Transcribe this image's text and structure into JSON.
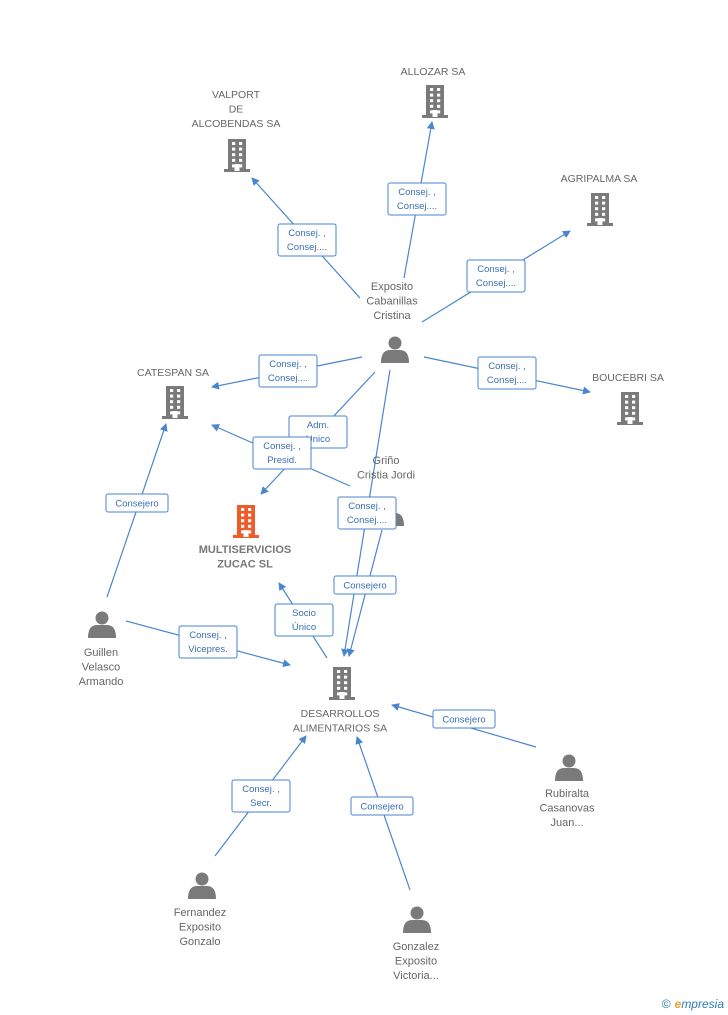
{
  "colors": {
    "edge": "#4a86cf",
    "company": "#7a7a7a",
    "focus_company": "#f15a2b",
    "person": "#7a7a7a"
  },
  "nodes": [
    {
      "id": "allozar",
      "type": "company",
      "label": [
        "ALLOZAR SA"
      ]
    },
    {
      "id": "valport",
      "type": "company",
      "label": [
        "VALPORT",
        "DE",
        "ALCOBENDAS SA"
      ]
    },
    {
      "id": "agripalma",
      "type": "company",
      "label": [
        "AGRIPALMA SA"
      ]
    },
    {
      "id": "catespan",
      "type": "company",
      "label": [
        "CATESPAN SA"
      ]
    },
    {
      "id": "boucebri",
      "type": "company",
      "label": [
        "BOUCEBRI SA"
      ]
    },
    {
      "id": "multiservicios",
      "type": "focus",
      "label": [
        "MULTISERVICIOS",
        "ZUCAC  SL"
      ]
    },
    {
      "id": "desarrollos",
      "type": "company",
      "label": [
        "DESARROLLOS",
        "ALIMENTARIOS SA"
      ]
    },
    {
      "id": "exposito",
      "type": "person",
      "label": [
        "Exposito",
        "Cabanillas",
        "Cristina"
      ]
    },
    {
      "id": "grino",
      "type": "person",
      "label": [
        "Griño",
        "Cristia Jordi"
      ]
    },
    {
      "id": "guillen",
      "type": "person",
      "label": [
        "Guillen",
        "Velasco",
        "Armando"
      ]
    },
    {
      "id": "rubiralta",
      "type": "person",
      "label": [
        "Rubiralta",
        "Casanovas",
        "Juan..."
      ]
    },
    {
      "id": "fernandez",
      "type": "person",
      "label": [
        "Fernandez",
        "Exposito",
        "Gonzalo"
      ]
    },
    {
      "id": "gonzalez",
      "type": "person",
      "label": [
        "Gonzalez",
        "Exposito",
        "Victoria..."
      ]
    }
  ],
  "edges": [
    {
      "from": "exposito",
      "to": "valport",
      "label": [
        "Consej. ,",
        "Consej...."
      ]
    },
    {
      "from": "exposito",
      "to": "allozar",
      "label": [
        "Consej. ,",
        "Consej...."
      ]
    },
    {
      "from": "exposito",
      "to": "agripalma",
      "label": [
        "Consej. ,",
        "Consej...."
      ]
    },
    {
      "from": "exposito",
      "to": "catespan",
      "label": [
        "Consej. ,",
        "Consej...."
      ]
    },
    {
      "from": "exposito",
      "to": "boucebri",
      "label": [
        "Consej. ,",
        "Consej...."
      ]
    },
    {
      "from": "exposito",
      "to": "multiservicios",
      "label": [
        "Adm.",
        "Unico"
      ]
    },
    {
      "from": "grino",
      "to": "catespan",
      "label": [
        "Consej. ,",
        "Presid."
      ]
    },
    {
      "from": "exposito",
      "to": "desarrollos",
      "label": [
        "Consej. ,",
        "Consej...."
      ]
    },
    {
      "from": "grino",
      "to": "desarrollos",
      "label": [
        "Consejero"
      ]
    },
    {
      "from": "guillen",
      "to": "catespan",
      "label": [
        "Consejero"
      ]
    },
    {
      "from": "guillen",
      "to": "desarrollos",
      "label": [
        "Consej. ,",
        "Vicepres."
      ]
    },
    {
      "from": "desarrollos",
      "to": "multiservicios",
      "label": [
        "Socio",
        "Único"
      ]
    },
    {
      "from": "rubiralta",
      "to": "desarrollos",
      "label": [
        "Consejero"
      ]
    },
    {
      "from": "fernandez",
      "to": "desarrollos",
      "label": [
        "Consej. ,",
        "Secr."
      ]
    },
    {
      "from": "gonzalez",
      "to": "desarrollos",
      "label": [
        "Consejero"
      ]
    }
  ],
  "watermark": {
    "copyright": "©",
    "brand_initial": "e",
    "brand_rest": "mpresia"
  }
}
